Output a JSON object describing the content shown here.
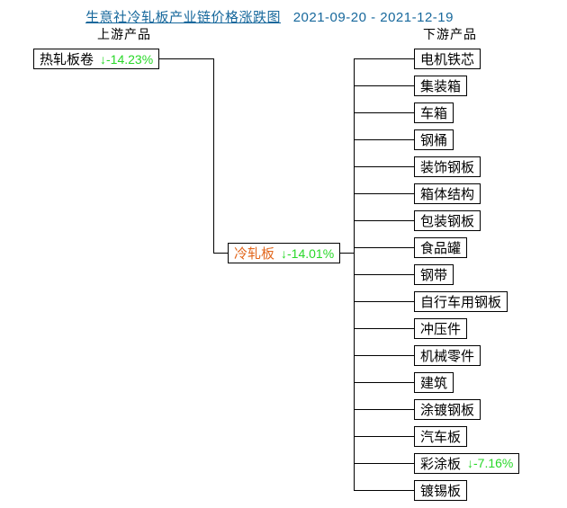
{
  "header": {
    "title": "生意社冷轧板产业链价格涨跌图",
    "date_range": "2021-09-20 - 2021-12-19"
  },
  "labels": {
    "upstream": "上游产品",
    "downstream": "下游产品"
  },
  "upstream_node": {
    "label": "热轧板卷",
    "change": "↓-14.23%",
    "direction": "down"
  },
  "mid_node": {
    "label": "冷轧板",
    "change": "↓-14.01%",
    "direction": "down"
  },
  "downstream": {
    "items": [
      {
        "label": "电机铁芯",
        "change": ""
      },
      {
        "label": "集装箱",
        "change": ""
      },
      {
        "label": "车箱",
        "change": ""
      },
      {
        "label": "钢桶",
        "change": ""
      },
      {
        "label": "装饰钢板",
        "change": ""
      },
      {
        "label": "箱体结构",
        "change": ""
      },
      {
        "label": "包装钢板",
        "change": ""
      },
      {
        "label": "食品罐",
        "change": ""
      },
      {
        "label": "钢带",
        "change": ""
      },
      {
        "label": "自行车用钢板",
        "change": ""
      },
      {
        "label": "冲压件",
        "change": ""
      },
      {
        "label": "机械零件",
        "change": ""
      },
      {
        "label": "建筑",
        "change": ""
      },
      {
        "label": "涂镀钢板",
        "change": ""
      },
      {
        "label": "汽车板",
        "change": ""
      },
      {
        "label": "彩涂板",
        "change": "↓-7.16%"
      },
      {
        "label": "镀锡板",
        "change": ""
      }
    ]
  },
  "colors": {
    "title_blue": "#17689c",
    "decline_green": "#28d828",
    "mid_node_orange": "#e2671d",
    "line_black": "#000000",
    "background": "#ffffff"
  }
}
